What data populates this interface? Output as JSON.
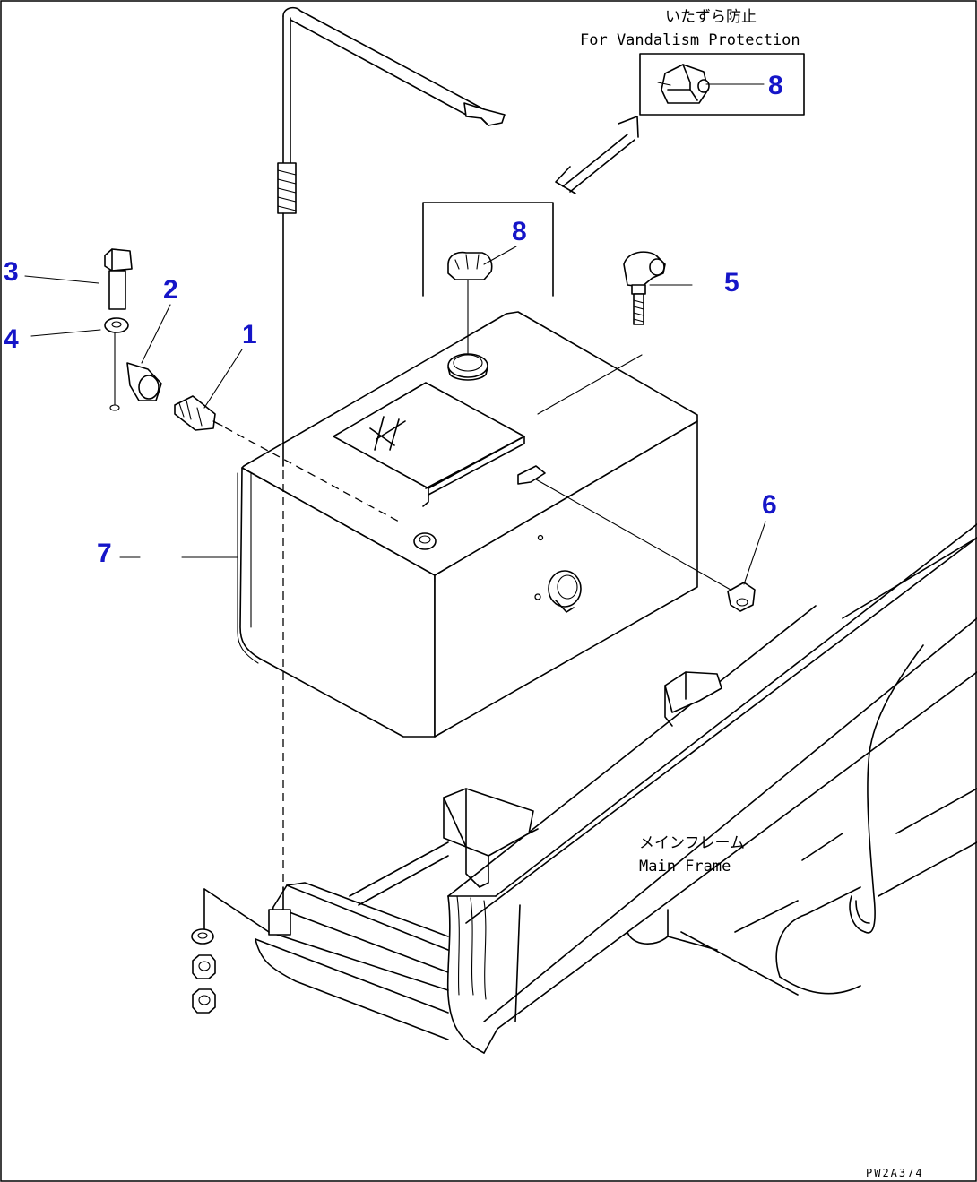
{
  "callouts": {
    "n1": "1",
    "n2": "2",
    "n3": "3",
    "n4": "4",
    "n5": "5",
    "n6": "6",
    "n7": "7",
    "n8_top": "8",
    "n8_inset": "8"
  },
  "inset": {
    "title_jp": "いたずら防止",
    "title_en": "For Vandalism Protection"
  },
  "frame_label": {
    "jp": "メインフレーム",
    "en": "Main Frame"
  },
  "drawing_number": "PW2A374",
  "colors": {
    "callout": "#1515c8",
    "line": "#000000",
    "background": "#ffffff"
  }
}
